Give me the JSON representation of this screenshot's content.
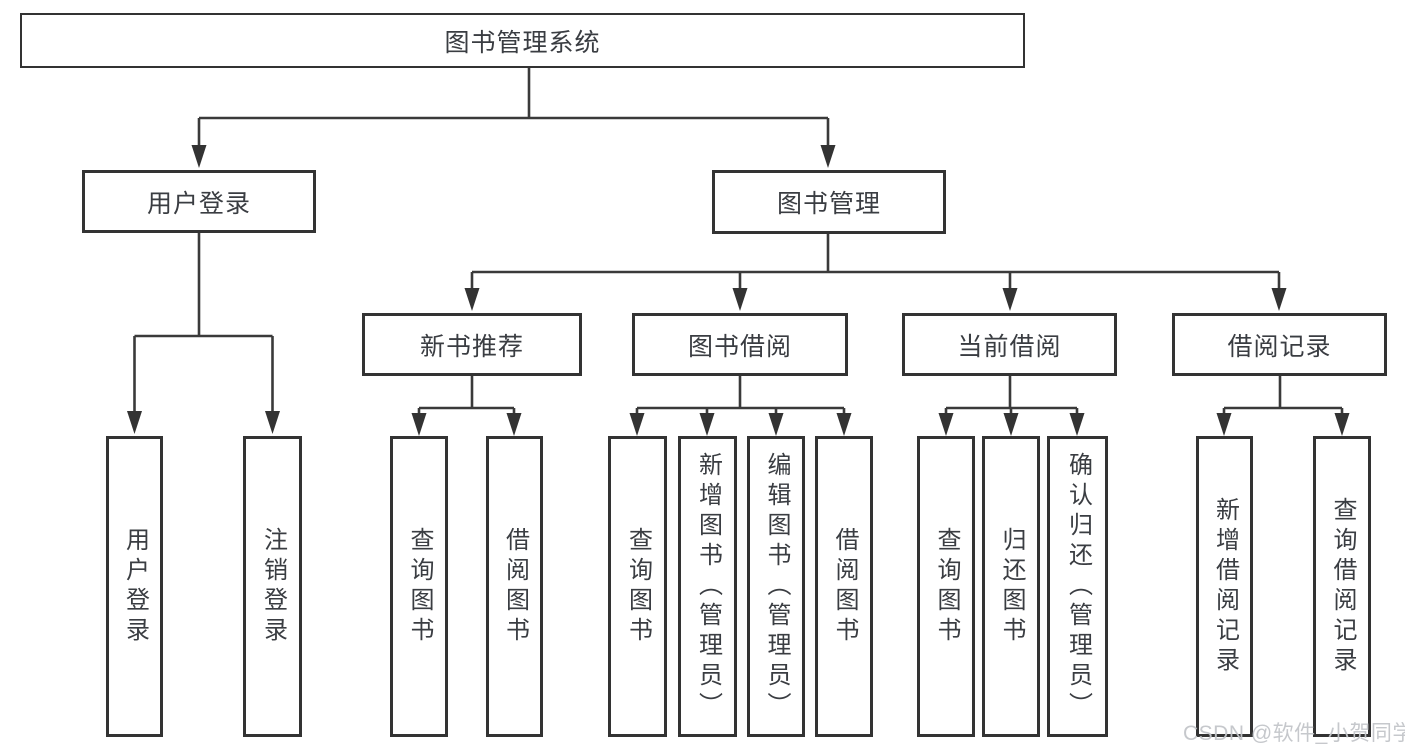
{
  "diagram": {
    "title": "图书管理系统",
    "branches": [
      {
        "label": "用户登录",
        "leaves": [
          {
            "label": "用户登录"
          },
          {
            "label": "注销登录"
          }
        ]
      },
      {
        "label": "图书管理",
        "children": [
          {
            "label": "新书推荐",
            "leaves": [
              {
                "label": "查询图书"
              },
              {
                "label": "借阅图书"
              }
            ]
          },
          {
            "label": "图书借阅",
            "leaves": [
              {
                "label": "查询图书"
              },
              {
                "label": "新增图书（管理员）"
              },
              {
                "label": "编辑图书（管理员）"
              },
              {
                "label": "借阅图书"
              }
            ]
          },
          {
            "label": "当前借阅",
            "leaves": [
              {
                "label": "查询图书"
              },
              {
                "label": "归还图书"
              },
              {
                "label": "确认归还（管理员）"
              }
            ]
          },
          {
            "label": "借阅记录",
            "leaves": [
              {
                "label": "新增借阅记录"
              },
              {
                "label": "查询借阅记录"
              }
            ]
          }
        ]
      }
    ]
  },
  "watermark": {
    "text": "CSDN @软件_小贺同学"
  },
  "colors": {
    "line": "#3a3a3a",
    "box_border": "#333333",
    "text": "#3a3d42",
    "watermark": "#c3c6ca",
    "background": "#ffffff"
  }
}
